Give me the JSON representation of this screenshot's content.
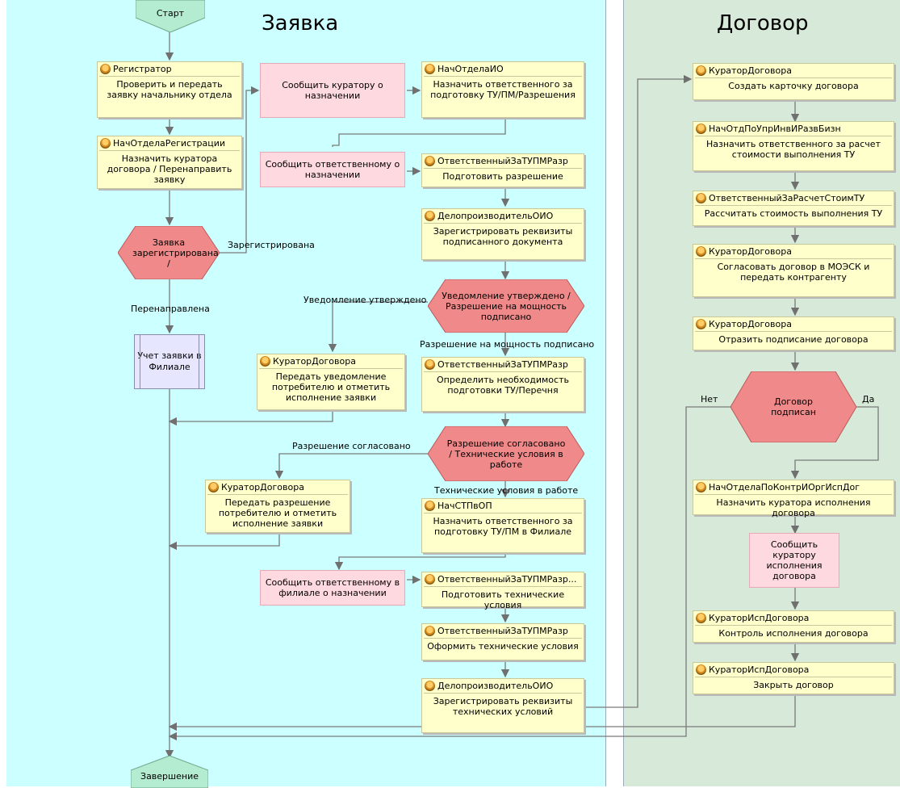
{
  "lanes": {
    "zayavka": "Заявка",
    "dogovor": "Договор"
  },
  "start": "Старт",
  "end": "Завершение",
  "tasks": {
    "t1": {
      "role": "Регистратор",
      "text": "Проверить и передать заявку начальнику отдела"
    },
    "t2": {
      "role": "НачОтделаРегистрации",
      "text": "Назначить куратора договора / Перенаправить заявку"
    },
    "t3": {
      "role": "НачОтделаИО",
      "text": "Назначить ответственного за подготовку ТУ/ПМ/Разрешения"
    },
    "t4": {
      "role": "ОтветственныйЗаТУПМРазр",
      "text": "Подготовить разрешение"
    },
    "t5": {
      "role": "ДелопроизводительОИО",
      "text": "Зарегистрировать реквизиты подписанного документа"
    },
    "t6": {
      "role": "КураторДоговора",
      "text": "Передать уведомление потребителю и отметить исполнение заявки"
    },
    "t7": {
      "role": "ОтветственныйЗаТУПМРазр",
      "text": "Определить необходимость подготовки ТУ/Перечня"
    },
    "t8": {
      "role": "КураторДоговора",
      "text": "Передать разрешение потребителю и отметить исполнение заявки"
    },
    "t9": {
      "role": "НачСТПвОП",
      "text": "Назначить ответственного за подготовку ТУ/ПМ в Филиале"
    },
    "t10": {
      "role": "ОтветственныйЗаТУПМРазр...",
      "text": "Подготовить технические условия"
    },
    "t11": {
      "role": "ОтветственныйЗаТУПМРазр",
      "text": "Оформить технические условия"
    },
    "t12": {
      "role": "ДелопроизводительОИО",
      "text": "Зарегистрировать реквизиты технических условий"
    },
    "d1": {
      "role": "КураторДоговора",
      "text": "Создать карточку договора"
    },
    "d2": {
      "role": "НачОтдПоУпрИнвИРазвБизн",
      "text": "Назначить ответственного за расчет стоимости выполнения ТУ"
    },
    "d3": {
      "role": "ОтветственныйЗаРасчетСтоимТУ",
      "text": "Рассчитать стоимость выполнения ТУ"
    },
    "d4": {
      "role": "КураторДоговора",
      "text": "Согласовать договор в МОЭСК и передать контрагенту"
    },
    "d5": {
      "role": "КураторДоговора",
      "text": "Отразить подписание договора"
    },
    "d6": {
      "role": "НачОтделаПоКонтрИОргИспДог",
      "text": "Назначить куратора исполнения договора"
    },
    "d7": {
      "role": "КураторИспДоговора",
      "text": "Контроль исполнения договора"
    },
    "d8": {
      "role": "КураторИспДоговора",
      "text": "Закрыть договор"
    }
  },
  "notifications": {
    "n1": "Сообщить куратору о назначении",
    "n2": "Сообщить ответственному о назначении",
    "n3": "Сообщить ответственному в филиале о назначении",
    "n4": "Сообщить куратору исполнения договора"
  },
  "subprocess": "Учет заявки в Филиале",
  "decisions": {
    "q1": "Заявка зарегистрирована /",
    "q2": "Уведомление утверждено / Разрешение на мощность подписано",
    "q3": "Разрешение согласовано / Технические условия в работе",
    "q4": "Договор подписан"
  },
  "edge_labels": {
    "zareg": "Зарегистрирована",
    "perenapr": "Перенаправлена",
    "uved": "Уведомление утверждено",
    "razr_mosh": "Разрешение на мощность подписано",
    "razr_sogl": "Разрешение согласовано",
    "tu_rabote": "Технические условия в работе",
    "net": "Нет",
    "da": "Да"
  },
  "colors": {
    "lane1": "#ccffff",
    "lane2": "#d7ead9",
    "task": "#ffffcc",
    "decision": "#f08a8a",
    "notify": "#ffd9e0",
    "start": "#b3ecd0"
  }
}
